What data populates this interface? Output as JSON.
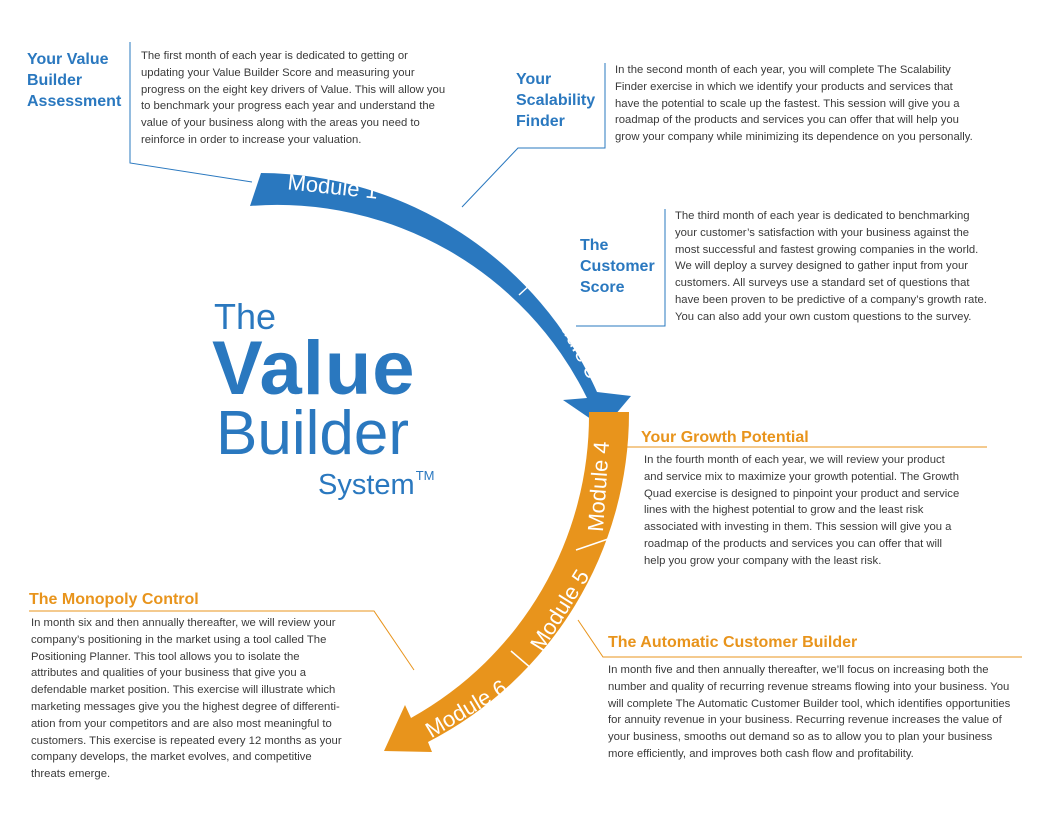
{
  "title": {
    "line1": "The",
    "line2": "Value",
    "line3": "Builder",
    "line4": "System",
    "trademark": "TM"
  },
  "colors": {
    "blue": "#2a78bf",
    "orange": "#e8941c",
    "text": "#3a3a3a"
  },
  "modules": [
    {
      "label": "Module 1",
      "color": "blue"
    },
    {
      "label": "Module 2",
      "color": "blue"
    },
    {
      "label": "Module 3",
      "color": "blue"
    },
    {
      "label": "Module 4",
      "color": "orange"
    },
    {
      "label": "Module 5",
      "color": "orange"
    },
    {
      "label": "Module 6",
      "color": "orange"
    }
  ],
  "sections": {
    "assessment": {
      "heading_lines": [
        "Your Value",
        "Builder",
        "Assessment"
      ],
      "body_lines": [
        "The first month of each year is dedicated to getting or",
        "updating your Value Builder Score and measuring your",
        "progress on the eight key drivers of Value. This will allow you",
        "to benchmark your progress each year and understand the",
        "value of your business along with the areas you need to",
        "reinforce in order to increase your valuation."
      ]
    },
    "scalability": {
      "heading_lines": [
        "Your",
        "Scalability",
        "Finder"
      ],
      "body_lines": [
        "In the second month of each year, you will complete The Scalability",
        "Finder exercise in which we identify your products and services that",
        "have the potential to scale up the fastest. This session will give you a",
        "roadmap of the products and services you can offer that will help you",
        "grow your company while minimizing its dependence on you personally."
      ]
    },
    "customer_score": {
      "heading_lines": [
        "The",
        "Customer",
        "Score"
      ],
      "body_lines": [
        "The third month of each year is dedicated to benchmarking",
        "your customer’s satisfaction with your business against the",
        "most successful and fastest growing companies in the world.",
        "We will deploy a survey designed to gather input from your",
        "customers. All surveys use a standard set of questions that",
        "have been proven to be predictive of a company’s growth rate.",
        "You can also add your own custom questions to the survey."
      ]
    },
    "growth": {
      "heading": "Your Growth Potential",
      "body_lines": [
        "In the fourth month of each year, we will review your product",
        "and service mix to maximize your growth potential. The Growth",
        "Quad exercise is designed to pinpoint your product and service",
        "lines with the highest potential to grow and the least risk",
        "associated with investing in them. This session will give you a",
        "roadmap of the products and services you can offer that will",
        "help you grow your company with the least risk."
      ]
    },
    "customer_builder": {
      "heading": "The Automatic Customer Builder",
      "body_lines": [
        "In month five and then annually thereafter, we’ll focus on increasing both the",
        "number and quality of recurring revenue streams flowing into your business. You",
        "will complete The Automatic Customer Builder tool, which identifies opportunities",
        "for annuity revenue in your business. Recurring revenue increases the value of",
        "your business, smooths out demand so as to allow you to plan your business",
        "more efficiently, and improves both cash flow and profitability."
      ]
    },
    "monopoly": {
      "heading": "The Monopoly Control",
      "body_lines": [
        "In month six and then annually thereafter, we will review your",
        "company’s positioning in the market using a tool called The",
        "Positioning Planner. This tool allows you to isolate the",
        "attributes and qualities of your business that give you a",
        "defendable market position. This exercise will illustrate which",
        "marketing messages give you the highest degree of differenti-",
        "ation from your competitors and are also most meaningful to",
        "customers. This exercise is repeated every 12 months as your",
        "company develops, the market evolves, and competitive",
        "threats emerge."
      ]
    }
  }
}
